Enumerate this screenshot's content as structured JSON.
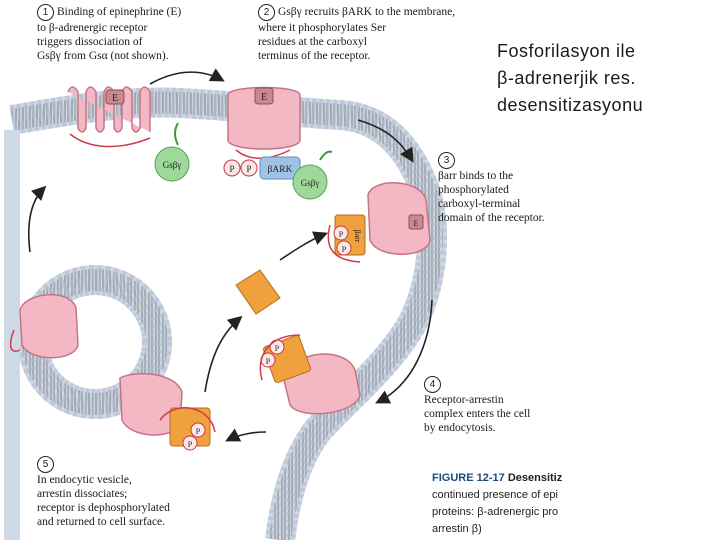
{
  "slide_title": [
    "Fosforilasyon ile",
    "β-adrenerjik res.",
    "desensitizasyonu"
  ],
  "steps": [
    {
      "num": "1",
      "lines": [
        "Binding of epinephrine (E)",
        "to β-adrenergic receptor",
        "triggers dissociation of",
        "Gsβγ from Gsα (not shown)."
      ]
    },
    {
      "num": "2",
      "lines": [
        "Gsβγ recruits βARK to the membrane,",
        "where it phosphorylates Ser",
        "residues at the carboxyl",
        "terminus of the receptor."
      ]
    },
    {
      "num": "3",
      "lines": [
        "βarr binds to the",
        "phosphorylated",
        "carboxyl-terminal",
        "domain of the receptor."
      ]
    },
    {
      "num": "4",
      "lines": [
        "Receptor-arrestin",
        "complex enters the cell",
        "by endocytosis."
      ]
    },
    {
      "num": "5",
      "lines": [
        "In endocytic vesicle,",
        "arrestin dissociates;",
        "receptor is dephosphorylated",
        "and returned to cell surface."
      ]
    }
  ],
  "labels": {
    "ligand": "E",
    "g_beta_gamma": "Gsβγ",
    "phosphate": "P",
    "bark": "βARK",
    "barr": "βarr"
  },
  "figure": {
    "label": "FIGURE 12-17",
    "title": "Desensitiz",
    "line2": "continued presence of epi",
    "line3": "proteins: β-adrenergic pro",
    "line4": "arrestin β)"
  },
  "colors": {
    "receptor": "#f4b8c4",
    "receptor_edge": "#c47585",
    "ligand": "#c98a8f",
    "arrestin": "#f0a03c",
    "bark": "#9fc3e6",
    "g_protein": "#9ed99a",
    "membrane_head": "#cfd9e6",
    "membrane_tail": "#9a9a9a",
    "arrow": "#222222"
  }
}
